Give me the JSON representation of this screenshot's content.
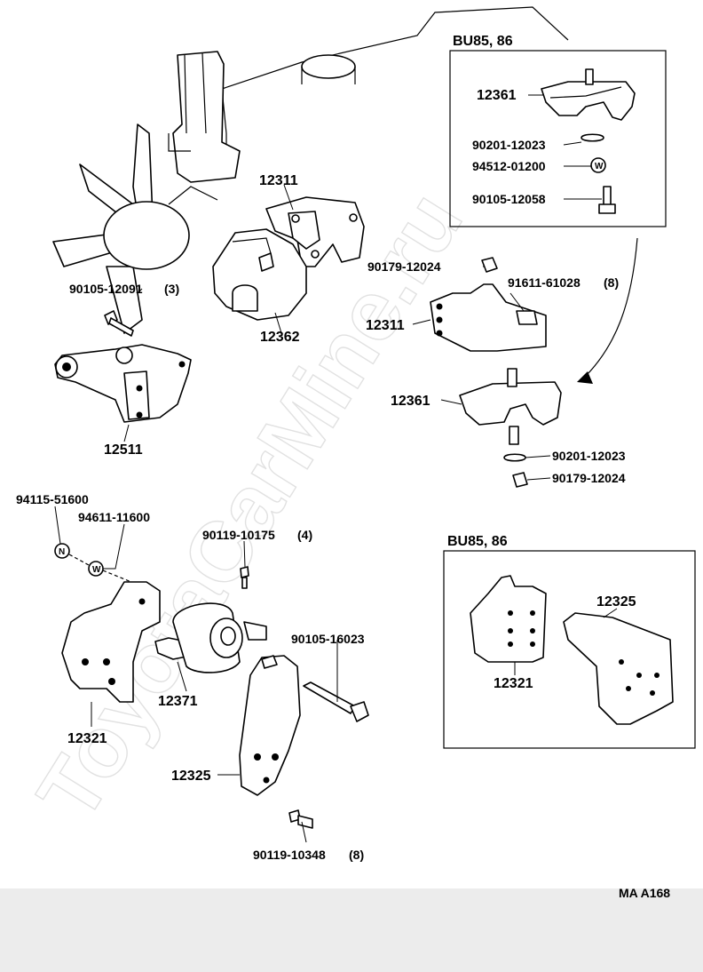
{
  "labels": {
    "p12311_top": "12311",
    "p12362": "12362",
    "p90105_12091": "90105-12091",
    "p90105_12091_qty": "(3)",
    "p12511": "12511",
    "variant_top": "BU85, 86",
    "p12361_top": "12361",
    "p90201_top": "90201-12023",
    "p94512": "94512-01200",
    "p90105_12058": "90105-12058",
    "p90179_top": "90179-12024",
    "p91611": "91611-61028",
    "p91611_qty": "(8)",
    "p12311_mid": "12311",
    "p12361_mid": "12361",
    "p90201_mid": "90201-12023",
    "p90179_mid": "90179-12024",
    "p94115": "94115-51600",
    "p94611": "94611-11600",
    "p90119_10175": "90119-10175",
    "p90119_10175_qty": "(4)",
    "variant_bottom": "BU85, 86",
    "p12325_right": "12325",
    "p12321_right": "12321",
    "p12371": "12371",
    "p90105_16023": "90105-16023",
    "p12321_left": "12321",
    "p12325_left": "12325",
    "p90119_10348": "90119-10348",
    "p90119_10348_qty": "(8)",
    "figure_code": "MA A168"
  },
  "symbols": {
    "nut": "N",
    "washer": "W"
  },
  "watermark": "ToyotaCarMine.ru"
}
